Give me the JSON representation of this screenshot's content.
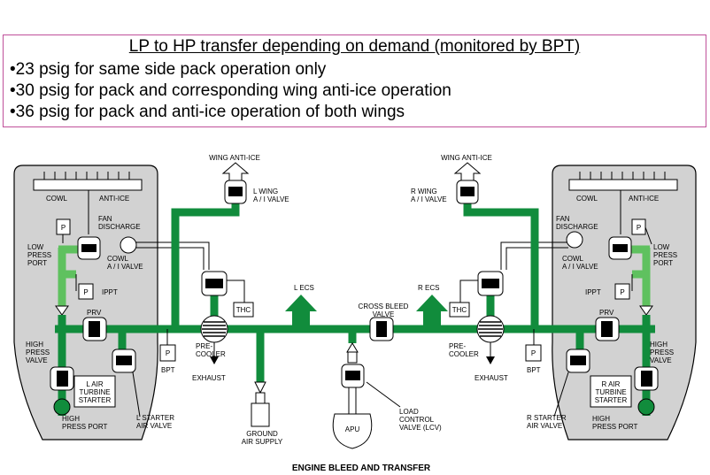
{
  "info": {
    "title": "LP to HP transfer depending on demand (monitored by BPT)",
    "lines": [
      "•23 psig for same side pack operation only",
      "•30 psig for pack and corresponding wing anti-ice operation",
      "•36 psig for pack and anti-ice operation of both wings"
    ]
  },
  "colors": {
    "dark_green": "#118c3c",
    "light_green": "#5fc15f",
    "nacelle_gray": "#d2d2d2",
    "border_pink": "#c0509a"
  },
  "diagram": {
    "caption": "ENGINE BLEED AND TRANSFER",
    "left": {
      "wing_anti_ice": "WING ANTI-ICE",
      "wing_valve": [
        "L WING",
        "A / I VALVE"
      ],
      "cowl": "COWL",
      "anti_ice": "ANTI-ICE",
      "fan_discharge": [
        "FAN",
        "DISCHARGE"
      ],
      "cowl_valve": [
        "COWL",
        "A / I VALVE"
      ],
      "low_press_port": [
        "LOW",
        "PRESS",
        "PORT"
      ],
      "ippt": "IPPT",
      "prv": "PRV",
      "high_press_valve": [
        "HIGH",
        "PRESS",
        "VALVE"
      ],
      "turbine_starter": [
        "L AIR",
        "TURBINE",
        "STARTER"
      ],
      "high_press_port": [
        "HIGH",
        "PRESS PORT"
      ],
      "starter_valve": [
        "L STARTER",
        "AIR VALVE"
      ],
      "bpt": "BPT",
      "p": "P",
      "thc": "THC",
      "precooler": [
        "PRE-",
        "COOLER"
      ],
      "exhaust": "EXHAUST",
      "ecs": "L ECS"
    },
    "right": {
      "wing_anti_ice": "WING ANTI-ICE",
      "wing_valve": [
        "R WING",
        "A / I VALVE"
      ],
      "cowl": "COWL",
      "anti_ice": "ANTI-ICE",
      "fan_discharge": [
        "FAN",
        "DISCHARGE"
      ],
      "cowl_valve": [
        "COWL",
        "A / I VALVE"
      ],
      "low_press_port": [
        "LOW",
        "PRESS",
        "PORT"
      ],
      "ippt": "IPPT",
      "prv": "PRV",
      "high_press_valve": [
        "HIGH",
        "PRESS",
        "VALVE"
      ],
      "turbine_starter": [
        "R AIR",
        "TURBINE",
        "STARTER"
      ],
      "high_press_port": [
        "HIGH",
        "PRESS PORT"
      ],
      "starter_valve": [
        "R STARTER",
        "AIR VALVE"
      ],
      "bpt": "BPT",
      "p": "P",
      "thc": "THC",
      "precooler": [
        "PRE-",
        "COOLER"
      ],
      "exhaust": "EXHAUST",
      "ecs": "R ECS"
    },
    "center": {
      "cross_bleed_valve": [
        "CROSS BLEED",
        "VALVE"
      ],
      "ground_air_supply": [
        "GROUND",
        "AIR SUPPLY"
      ],
      "apu": "APU",
      "load_control_valve": [
        "LOAD",
        "CONTROL",
        "VALVE (LCV)"
      ]
    }
  }
}
